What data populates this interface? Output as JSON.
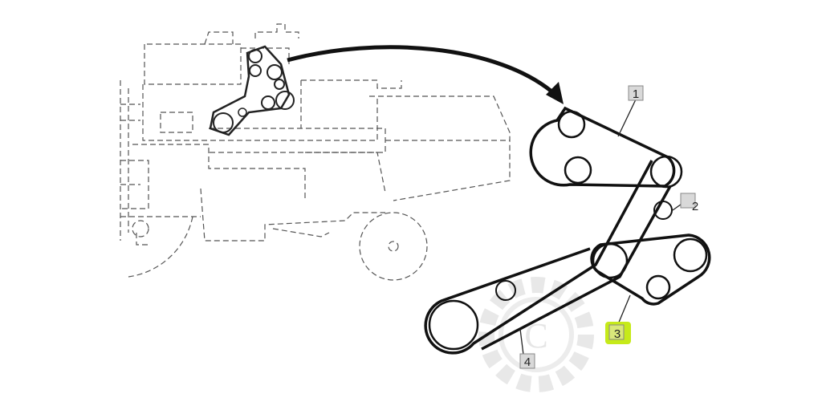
{
  "diagram": {
    "callouts": [
      {
        "id": "1",
        "label": "1"
      },
      {
        "id": "2",
        "label": "2"
      },
      {
        "id": "3",
        "label": "3"
      },
      {
        "id": "4",
        "label": "4"
      }
    ],
    "highlight": {
      "callout": "3",
      "color": "#c6ea1a"
    },
    "watermark": {
      "text": "C"
    },
    "colors": {
      "line": "#222222",
      "dashed": "#555555",
      "watermark": "#e6e6e6",
      "label_box": "#d9d9d9"
    }
  }
}
